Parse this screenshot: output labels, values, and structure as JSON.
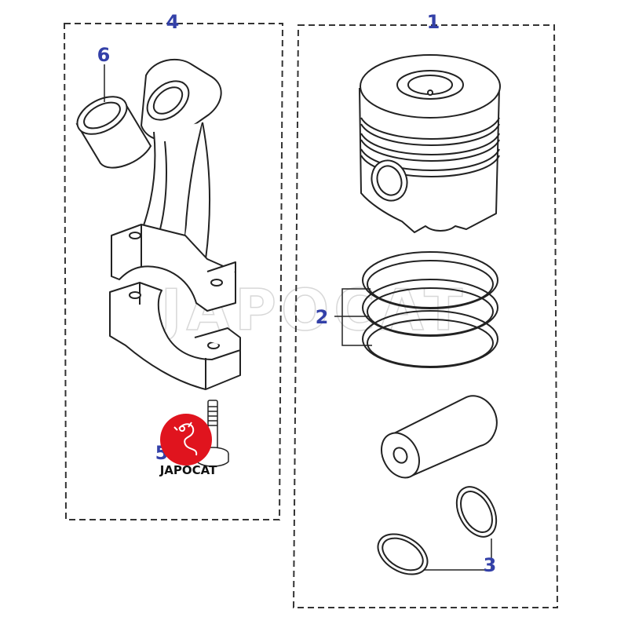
{
  "diagram": {
    "colors": {
      "line": "#222222",
      "callout": "#3340a8",
      "logo_red": "#e0141e"
    },
    "groups": [
      {
        "label": "4",
        "content": "connecting rod assembly"
      },
      {
        "label": "1",
        "content": "piston assembly"
      }
    ],
    "callouts": {
      "group_rod": "4",
      "group_piston": "1",
      "rings": "2",
      "circlips": "3",
      "bushing": "6",
      "rod_bolt": "5"
    },
    "watermark": "JAPOCAT",
    "logo": {
      "text": "JAPOCAT"
    }
  }
}
